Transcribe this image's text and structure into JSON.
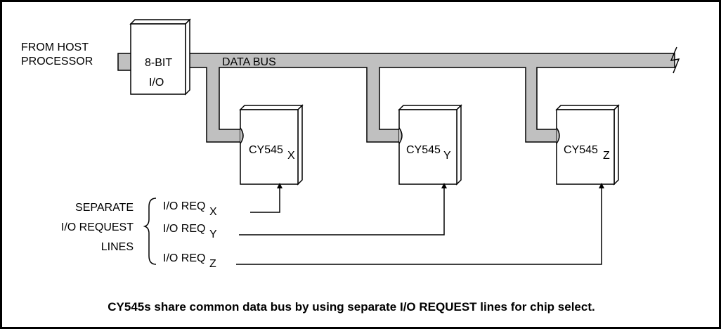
{
  "host": {
    "label_line1": "FROM HOST",
    "label_line2": "PROCESSOR",
    "io_line1": "8-BIT",
    "io_line2": "I/O"
  },
  "bus": {
    "label": "DATA BUS"
  },
  "chips": [
    {
      "name": "CY545",
      "sub": "X"
    },
    {
      "name": "CY545",
      "sub": "Y"
    },
    {
      "name": "CY545",
      "sub": "Z"
    }
  ],
  "request_group": {
    "line1": "SEPARATE",
    "line2": "I/O REQUEST",
    "line3": "LINES"
  },
  "requests": [
    {
      "label": "I/O REQ",
      "sub": "X"
    },
    {
      "label": "I/O REQ",
      "sub": "Y"
    },
    {
      "label": "I/O REQ",
      "sub": "Z"
    }
  ],
  "caption": "CY545s share common data bus by using separate I/O REQUEST lines for chip select.",
  "colors": {
    "bus_fill": "#c0c0c0",
    "line": "#000000",
    "background": "#ffffff"
  }
}
